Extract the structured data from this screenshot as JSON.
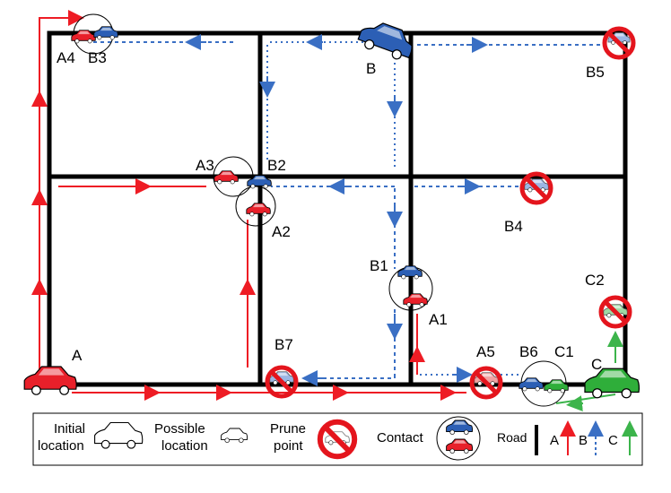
{
  "labels": {
    "a": "A",
    "a1": "A1",
    "a2": "A2",
    "a3": "A3",
    "a4": "A4",
    "a5": "A5",
    "b": "B",
    "b1": "B1",
    "b2": "B2",
    "b3": "B3",
    "b4": "B4",
    "b5": "B5",
    "b6": "B6",
    "b7": "B7",
    "c": "C",
    "c1": "C1",
    "c2": "C2"
  },
  "legend": {
    "initial_1": "Initial",
    "initial_2": "location",
    "possible_1": "Possible",
    "possible_2": "location",
    "prune_1": "Prune",
    "prune_2": "point",
    "contact": "Contact",
    "road": "Road",
    "route_a": "A",
    "route_b": "B",
    "route_c": "C"
  },
  "colors": {
    "road": "#000000",
    "car_a": "#e8202a",
    "car_b": "#2c5fb5",
    "car_c": "#2fae3a",
    "prune": "#e4151d",
    "path_a": "#ee1c24",
    "path_b": "#3a6fc4",
    "path_c": "#3cb44b"
  },
  "icons": [
    "car-icon",
    "prune-icon",
    "contact-icon",
    "arrow-icon"
  ]
}
